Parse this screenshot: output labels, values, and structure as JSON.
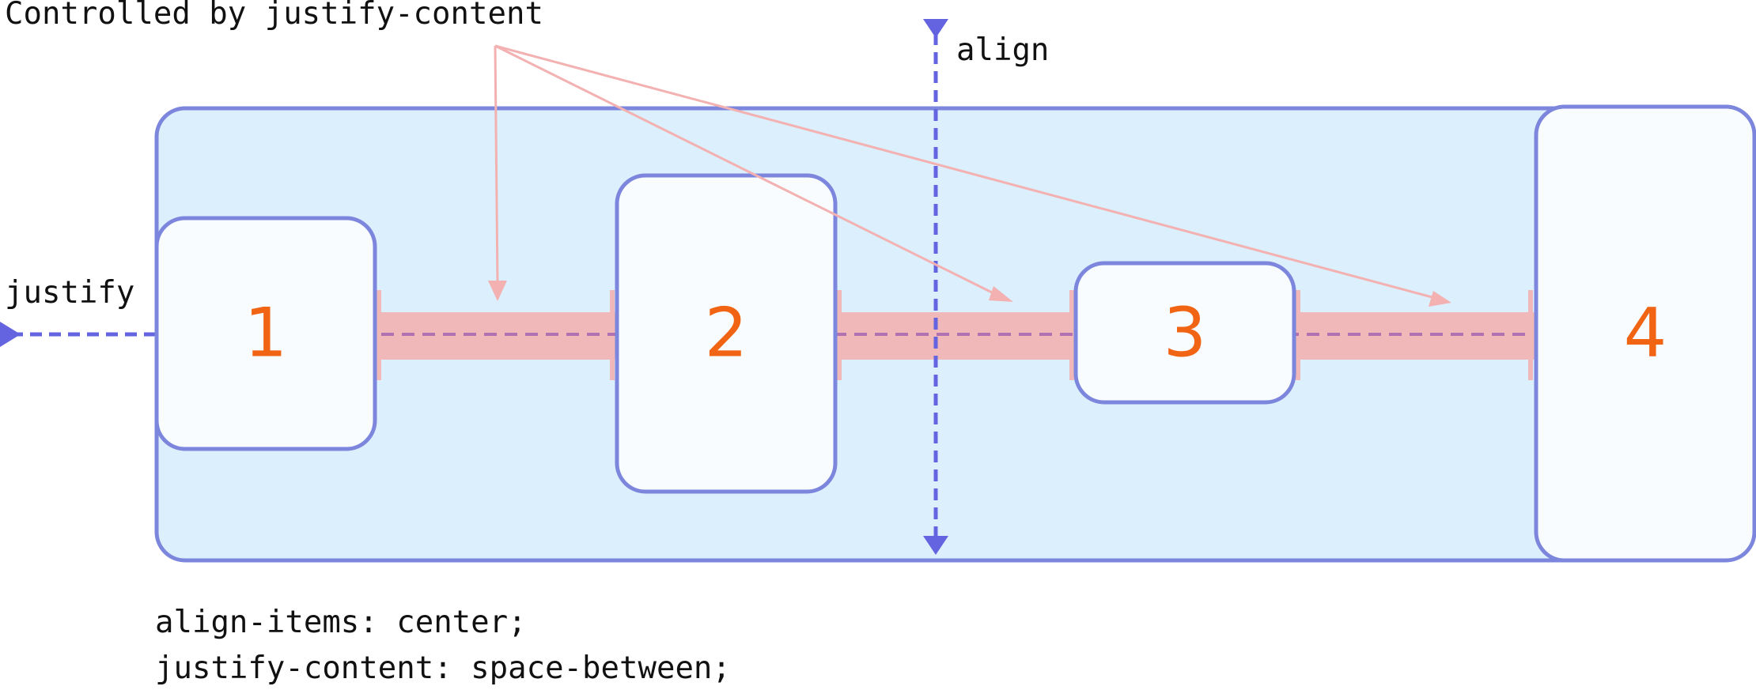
{
  "annotation": "Controlled by justify-content",
  "axes": {
    "justify_label": "justify",
    "align_label": "align"
  },
  "items": [
    {
      "label": "1"
    },
    {
      "label": "2"
    },
    {
      "label": "3"
    },
    {
      "label": "4"
    }
  ],
  "code": {
    "line1": "align-items: center;",
    "line2": "justify-content: space-between;"
  },
  "colors": {
    "container_fill": "#dbeffd",
    "container_stroke": "#7b86dc",
    "item_fill": "#f8fcfe",
    "item_stroke": "#7b86dc",
    "item_text": "#f06414",
    "gap_fill": "#f0b8b8",
    "gap_dash": "#b072b0",
    "arrow": "#f3b1b1",
    "axis": "#6464e0",
    "text": "#111111"
  }
}
